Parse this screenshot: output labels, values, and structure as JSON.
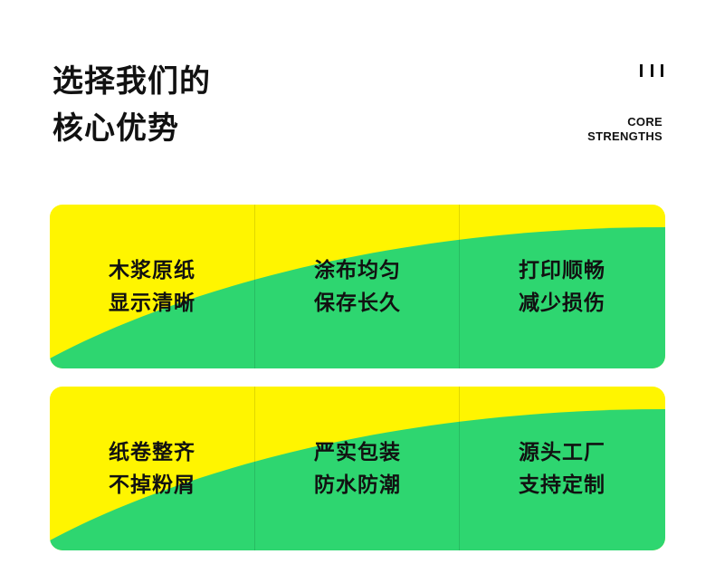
{
  "heading": {
    "line1": "选择我们的",
    "line2": "核心优势"
  },
  "subtitle_en": {
    "line1": "CORE",
    "line2": "STRENGTHS"
  },
  "colors": {
    "yellow": "#FFF500",
    "green": "#2ED670",
    "text": "#111111"
  },
  "cards": [
    {
      "features": [
        {
          "line1": "木浆原纸",
          "line2": "显示清晰"
        },
        {
          "line1": "涂布均匀",
          "line2": "保存长久"
        },
        {
          "line1": "打印顺畅",
          "line2": "减少损伤"
        }
      ]
    },
    {
      "features": [
        {
          "line1": "纸卷整齐",
          "line2": "不掉粉屑"
        },
        {
          "line1": "严实包装",
          "line2": "防水防潮"
        },
        {
          "line1": "源头工厂",
          "line2": "支持定制"
        }
      ]
    }
  ]
}
